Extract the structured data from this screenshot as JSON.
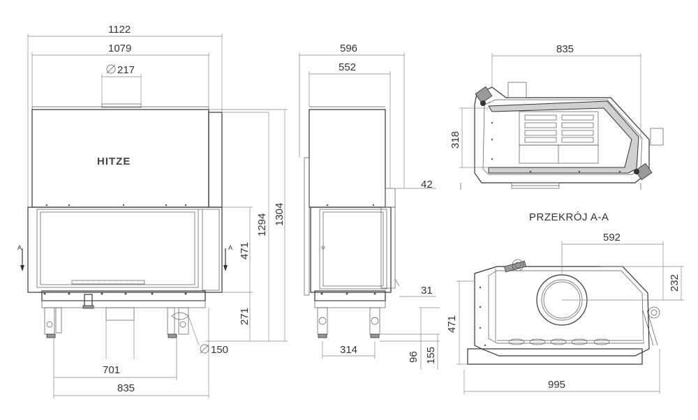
{
  "brand": {
    "logo_text": "HITZE"
  },
  "section_title": "PRZEKRÓJ A-A",
  "section_marker": "A",
  "dimensions": {
    "front": {
      "overall_width": "1122",
      "body_width": "1079",
      "flue_diameter": "217",
      "height_overall": "1304",
      "height_body": "1294",
      "door_height": "471",
      "leg_height": "271",
      "duct_diameter": "150",
      "leg_spacing_inner": "701",
      "leg_spacing_outer": "835"
    },
    "side": {
      "overall_depth": "596",
      "body_depth": "552",
      "top_offset": "42",
      "ledge": "31",
      "foot_spacing": "314",
      "foot_h1": "96",
      "foot_h2": "155"
    },
    "section": {
      "width": "835",
      "height": "318"
    },
    "plan": {
      "flue_offset": "592",
      "flue_depth": "232",
      "depth": "471",
      "width": "995"
    }
  }
}
